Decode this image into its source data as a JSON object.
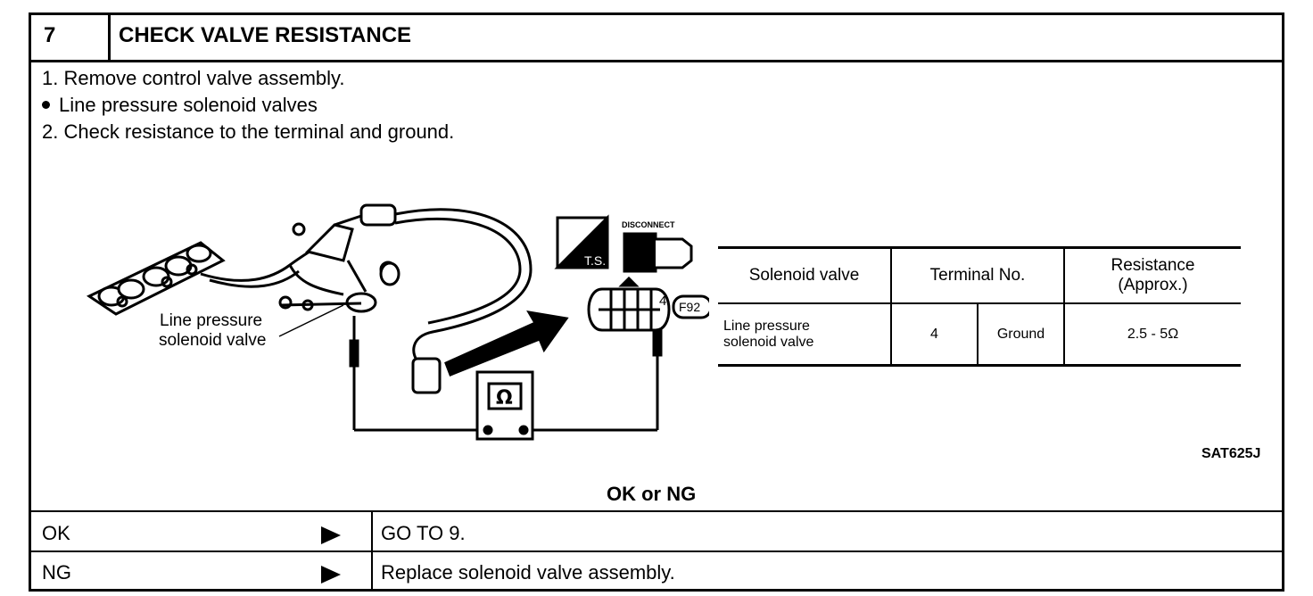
{
  "step": {
    "number": "7",
    "title": "CHECK VALVE RESISTANCE"
  },
  "instructions": {
    "line1": "1.  Remove control valve assembly.",
    "line2": "Line pressure solenoid valves",
    "line3": "2.  Check resistance to the terminal and ground."
  },
  "diagram": {
    "callout_line1": "Line pressure",
    "callout_line2": "solenoid valve",
    "ts_label": "T.S.",
    "disconnect_label": "DISCONNECT",
    "terminal_number": "4",
    "connector_code": "F92",
    "meter_symbol": "Ω",
    "figure_code": "SAT625J"
  },
  "resistance_table": {
    "headers": {
      "solenoid": "Solenoid valve",
      "terminal": "Terminal No.",
      "resistance_line1": "Resistance",
      "resistance_line2": "(Approx.)"
    },
    "row": {
      "solenoid_line1": "Line pressure",
      "solenoid_line2": "solenoid valve",
      "terminal": "4",
      "ground": "Ground",
      "resistance": "2.5 - 5Ω"
    }
  },
  "result": {
    "title": "OK or NG",
    "ok_label": "OK",
    "ok_action": "GO TO 9.",
    "ng_label": "NG",
    "ng_action": "Replace solenoid valve assembly."
  }
}
